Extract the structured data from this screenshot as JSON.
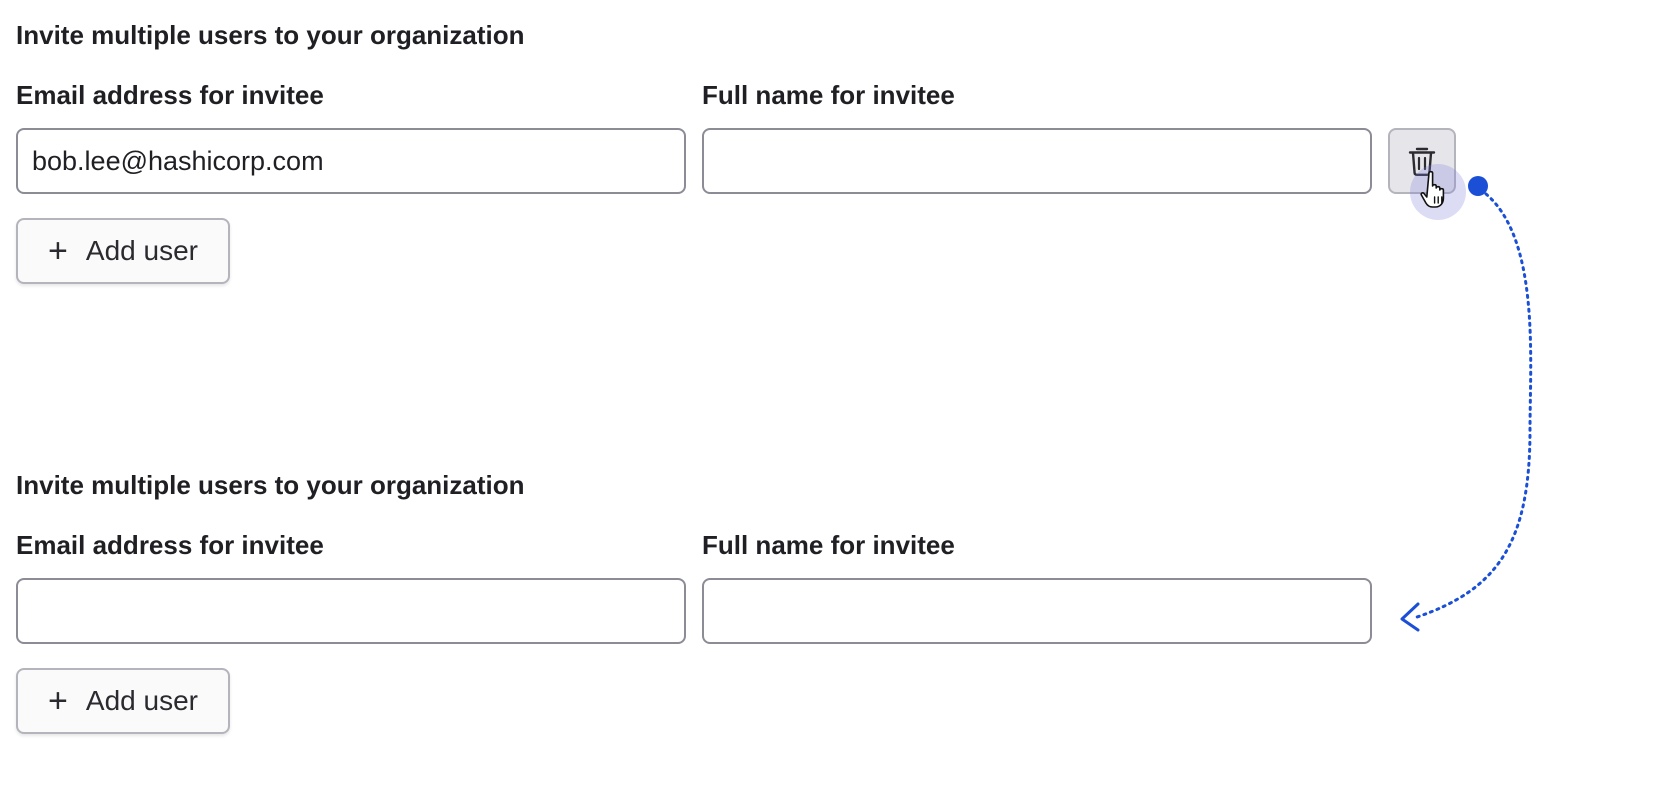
{
  "step_before": {
    "heading": "Invite multiple users to your organization",
    "email_label": "Email address for invitee",
    "name_label": "Full name for invitee",
    "email_value": "bob.lee@hashicorp.com",
    "name_value": "",
    "add_user_label": "Add user",
    "delete_icon": "trash-icon"
  },
  "step_after": {
    "heading": "Invite multiple users to your organization",
    "email_label": "Email address for invitee",
    "name_label": "Full name for invitee",
    "email_value": "",
    "name_value": "",
    "add_user_label": "Add user"
  },
  "annotation": {
    "cursor_icon": "pointer-hand-icon",
    "arrow_icon": "dotted-curved-arrow-icon",
    "accent_color": "#1a4fd6"
  }
}
